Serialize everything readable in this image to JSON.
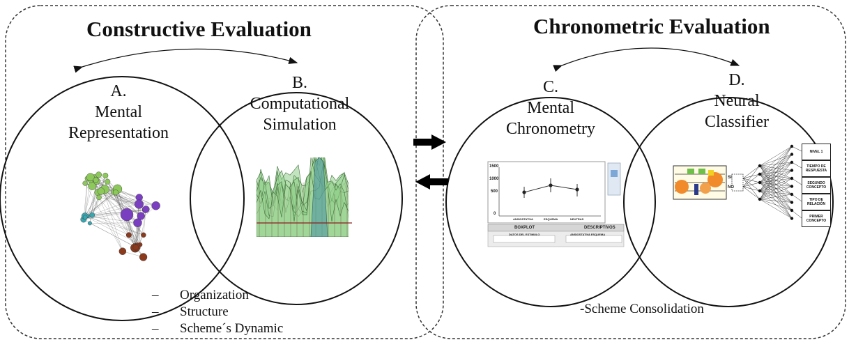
{
  "left_panel": {
    "title": "Constructive Evaluation",
    "circle_a": {
      "letter": "A.",
      "line1": "Mental",
      "line2": "Representation"
    },
    "circle_b": {
      "letter": "B.",
      "line1": "Computational",
      "line2": "Simulation"
    },
    "bullets": [
      "Organization",
      "Structure",
      "Scheme´s Dynamic"
    ]
  },
  "right_panel": {
    "title": "Chronometric Evaluation",
    "circle_c": {
      "letter": "C.",
      "line1": "Mental",
      "line2": "Chronometry"
    },
    "circle_d": {
      "letter": "D.",
      "line1": "Neural",
      "line2": "Classifier"
    },
    "note": "-Scheme Consolidation"
  },
  "chronometry_thumb": {
    "y_ticks": [
      "1500",
      "1000",
      "500",
      "0"
    ],
    "x_ticks": [
      "ANSIOSTATIVA",
      "ESQUEMA",
      "NEUTRAS"
    ],
    "table_headers": [
      "BOXPLOT",
      "DESCRIPTIVOS"
    ],
    "table_sub": [
      "DATOS DEL ESTIMULO",
      "ANSIOSTATIVA  ESQUEMA"
    ]
  },
  "classifier_thumb": {
    "inputs": [
      "SI",
      "NO"
    ],
    "outputs": [
      "NIVEL 1",
      "TIEMPO DE RESPUESTA",
      "SEGUNDO CONCEPTO",
      "TIPO DE RELACIÓN",
      "PRIMER CONCEPTO"
    ]
  },
  "colors": {
    "ink": "#111111",
    "panel_border": "#333333",
    "network_green": "#8cc85a",
    "network_purple": "#7a3fc0",
    "network_brown": "#8b3a1e",
    "network_teal": "#3aa6b0"
  }
}
